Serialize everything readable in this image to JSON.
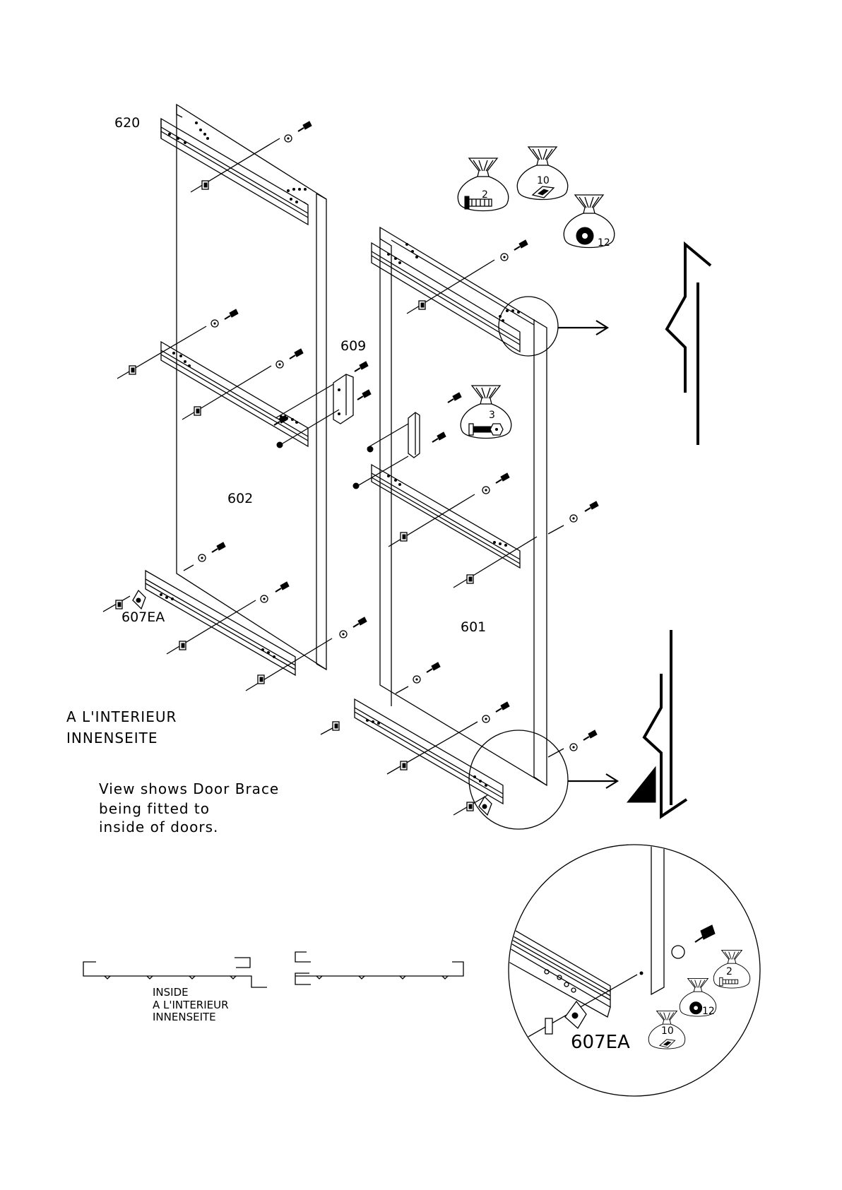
{
  "parts": {
    "door_left": "602",
    "door_right": "601",
    "brace_top": "620",
    "bracket": "609",
    "corner_bracket": "607EA",
    "corner_bracket_detail": "607EA"
  },
  "bags": {
    "bolt_2": "2",
    "nut_10": "10",
    "washer_12": "12",
    "bolt_nut_3": "3",
    "detail_bolt_2": "2",
    "detail_washer_12": "12",
    "detail_nut_10": "10"
  },
  "labels": {
    "inside_fr": "A  L'INTERIEUR",
    "inside_de": "INNENSEITE",
    "note_line1": "View  shows  Door  Brace",
    "note_line2": "being  fitted  to",
    "note_line3": "inside  of  doors.",
    "section_inside": "INSIDE",
    "section_fr": "A  L'INTERIEUR",
    "section_de": "INNENSEITE"
  }
}
